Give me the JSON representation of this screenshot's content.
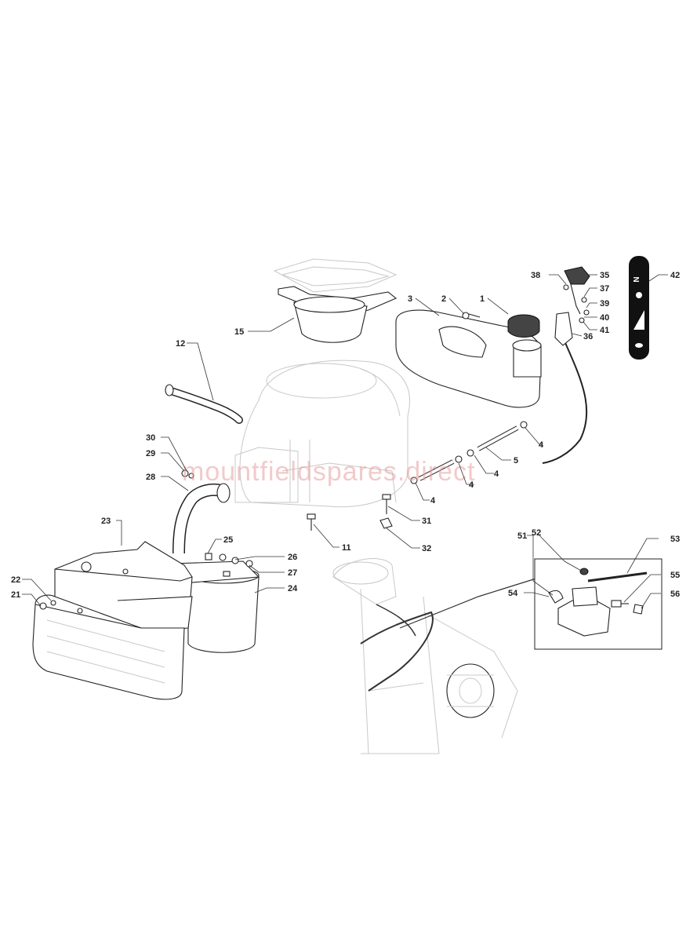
{
  "watermark": "mountfieldspares.direct",
  "labels": [
    {
      "id": "1",
      "text": "1"
    },
    {
      "id": "2",
      "text": "2"
    },
    {
      "id": "3",
      "text": "3"
    },
    {
      "id": "4a",
      "text": "4"
    },
    {
      "id": "4b",
      "text": "4"
    },
    {
      "id": "4c",
      "text": "4"
    },
    {
      "id": "4d",
      "text": "4"
    },
    {
      "id": "5",
      "text": "5"
    },
    {
      "id": "11",
      "text": "11"
    },
    {
      "id": "12",
      "text": "12"
    },
    {
      "id": "15",
      "text": "15"
    },
    {
      "id": "21",
      "text": "21"
    },
    {
      "id": "22",
      "text": "22"
    },
    {
      "id": "23",
      "text": "23"
    },
    {
      "id": "24",
      "text": "24"
    },
    {
      "id": "25",
      "text": "25"
    },
    {
      "id": "26",
      "text": "26"
    },
    {
      "id": "27",
      "text": "27"
    },
    {
      "id": "28",
      "text": "28"
    },
    {
      "id": "29",
      "text": "29"
    },
    {
      "id": "30",
      "text": "30"
    },
    {
      "id": "31",
      "text": "31"
    },
    {
      "id": "32",
      "text": "32"
    },
    {
      "id": "35",
      "text": "35"
    },
    {
      "id": "36",
      "text": "36"
    },
    {
      "id": "37",
      "text": "37"
    },
    {
      "id": "38",
      "text": "38"
    },
    {
      "id": "39",
      "text": "39"
    },
    {
      "id": "40",
      "text": "40"
    },
    {
      "id": "41",
      "text": "41"
    },
    {
      "id": "42",
      "text": "42"
    },
    {
      "id": "51",
      "text": "51"
    },
    {
      "id": "52",
      "text": "52"
    },
    {
      "id": "53",
      "text": "53"
    },
    {
      "id": "54",
      "text": "54"
    },
    {
      "id": "55",
      "text": "55"
    },
    {
      "id": "56",
      "text": "56"
    }
  ]
}
